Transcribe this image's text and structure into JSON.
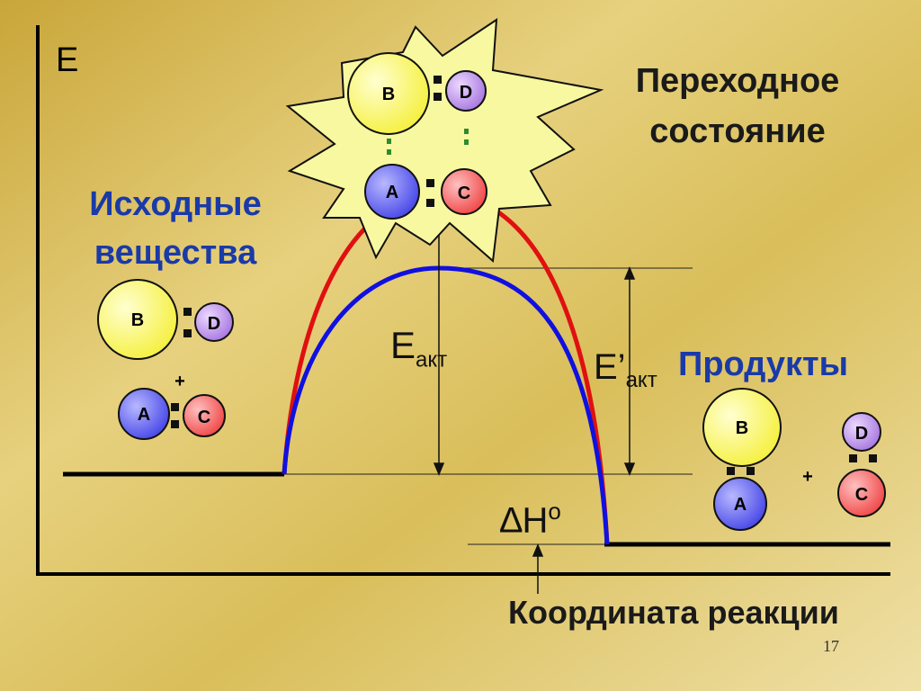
{
  "slide": {
    "axis_y_label": "E",
    "axis_x_label": "Координата реакции",
    "transition_state_label_line1": "Переходное",
    "transition_state_label_line2": "состояние",
    "reactants_label_line1": "Исходные",
    "reactants_label_line2": "вещества",
    "products_label": "Продукты",
    "activation_energy_main": "E",
    "activation_energy_sub": "акт",
    "activation_energy_catalyzed_main": "E’",
    "activation_energy_catalyzed_sub": "акт",
    "enthalpy_main": "∆H",
    "enthalpy_sup": "o",
    "page_number": "17"
  },
  "molecules": {
    "A": "A",
    "B": "B",
    "C": "C",
    "D": "D",
    "plus": "+"
  },
  "colors": {
    "background_gold": "#d8b84a",
    "background_light": "#ecd98a",
    "blue_text": "#1a3aa8",
    "curve_uncatalyzed": "#e01010",
    "curve_catalyzed": "#1010e0",
    "burst_fill": "#f8f8a0",
    "molecule_yellow": "#ffff66",
    "molecule_blue": "#7070ff",
    "molecule_red": "#ff7070",
    "molecule_purple": "#c89cf0",
    "bond_green": "#2e8b2e"
  }
}
